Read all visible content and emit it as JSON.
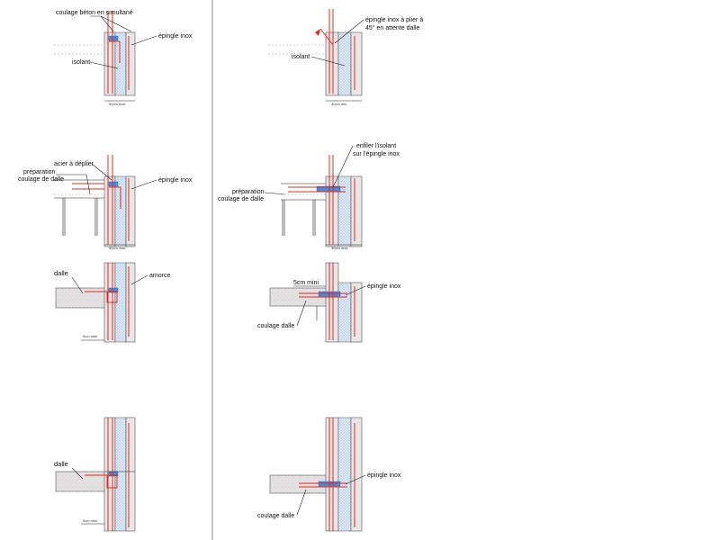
{
  "labels": {
    "coulage_beton": "coulage béton en simultané",
    "epingle_inox": "épingle inox",
    "isolant": "isolant",
    "epingle_plier": "épingle inox à plier à",
    "epingle_plier_2": "45° en attente dalle",
    "acier_deplier": "acier à déplier",
    "preparation": "préparation",
    "coulage_de_dalle": "coulage de dalle",
    "enfiler": "enfiler l'isolant",
    "enfiler_2": "sur l'épingle inox",
    "dalle": "dalle",
    "amorce": "amorce",
    "cinq_cm_mini": "5cm mini",
    "coulage_dalle": "coulage dalle",
    "dim_max": "30cm max",
    "dim_min": "30cm min",
    "dim_5cm": "5cm mini"
  },
  "colors": {
    "rebar": "#e8281e",
    "connector": "#3d8fe6",
    "concrete": "#e8e6e6",
    "insulation": "#dbe8f5"
  }
}
